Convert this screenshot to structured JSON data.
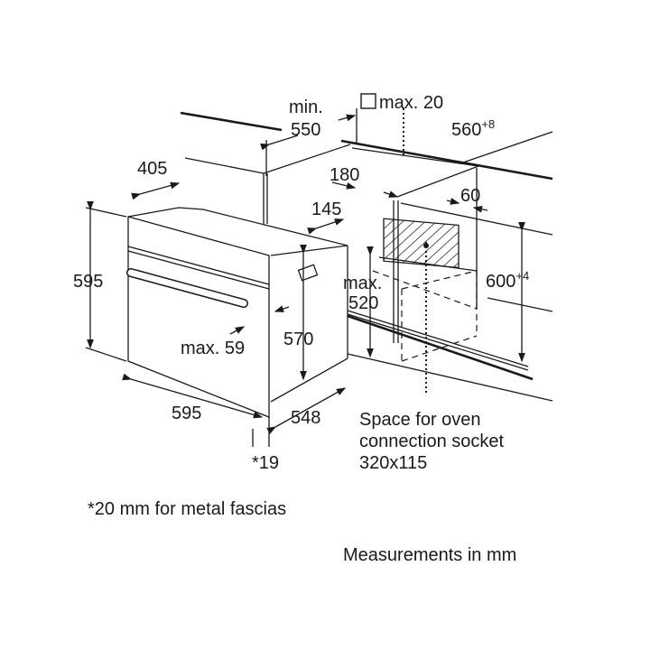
{
  "dimensions": {
    "min_label": "min.",
    "min_value": "550",
    "max20": "max. 20",
    "width_560": "560",
    "width_560_tol": "+8",
    "depth_405": "405",
    "d_180": "180",
    "d_145": "145",
    "d_60": "60",
    "height_595": "595",
    "max_label": "max.",
    "max_520": "520",
    "height_600": "600",
    "height_600_tol": "+4",
    "max59": "max. 59",
    "h_570": "570",
    "width_595": "595",
    "depth_548": "548",
    "fascia_19": "*19"
  },
  "socket_note": [
    "Space for oven",
    "connection socket",
    "320x115"
  ],
  "footnote": "*20 mm for metal fascias",
  "units_note": "Measurements in mm"
}
